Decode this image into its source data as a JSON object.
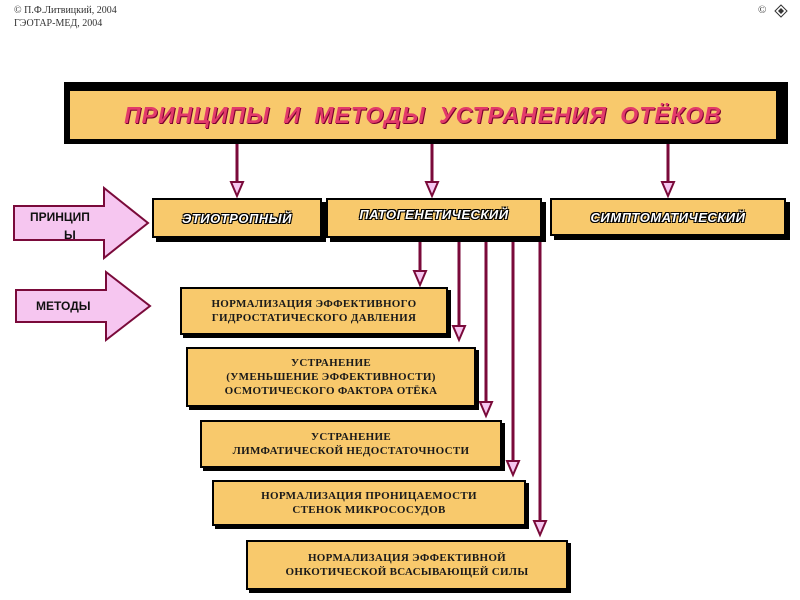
{
  "copyright": {
    "line1": "© П.Ф.Литвицкий, 2004",
    "line2": "ГЭОТАР-МЕД, 2004",
    "corner_symbol": "©"
  },
  "title": "ПРИНЦИПЫ И МЕТОДЫ УСТРАНЕНИЯ ОТЁКОВ",
  "side_labels": {
    "principles_line1": "ПРИНЦИП",
    "principles_line2": "Ы",
    "methods": "МЕТОДЫ"
  },
  "principles": [
    "ЭТИОТРОПНЫЙ",
    "ПАТОГЕНЕТИЧЕСКИЙ",
    "СИМПТОМАТИЧЕСКИЙ"
  ],
  "methods": [
    [
      "НОРМАЛИЗАЦИЯ ЭФФЕКТИВНОГО",
      "ГИДРОСТАТИЧЕСКОГО ДАВЛЕНИЯ"
    ],
    [
      "УСТРАНЕНИЕ",
      "(УМЕНЬШЕНИЕ ЭФФЕКТИВНОСТИ)",
      "ОСМОТИЧЕСКОГО ФАКТОРА ОТЁКА"
    ],
    [
      "УСТРАНЕНИЕ",
      "ЛИМФАТИЧЕСКОЙ НЕДОСТАТОЧНОСТИ"
    ],
    [
      "НОРМАЛИЗАЦИЯ ПРОНИЦАЕМОСТИ",
      "СТЕНОК МИКРОСОСУДОВ"
    ],
    [
      "НОРМАЛИЗАЦИЯ ЭФФЕКТИВНОЙ",
      "ОНКОТИЧЕСКОЙ ВСАСЫВАЮЩЕЙ СИЛЫ"
    ]
  ],
  "colors": {
    "box_fill": "#f8c96c",
    "title_text": "#e23a6a",
    "connector": "#7a0a3a",
    "side_arrow_fill": "#f6c6f0"
  }
}
